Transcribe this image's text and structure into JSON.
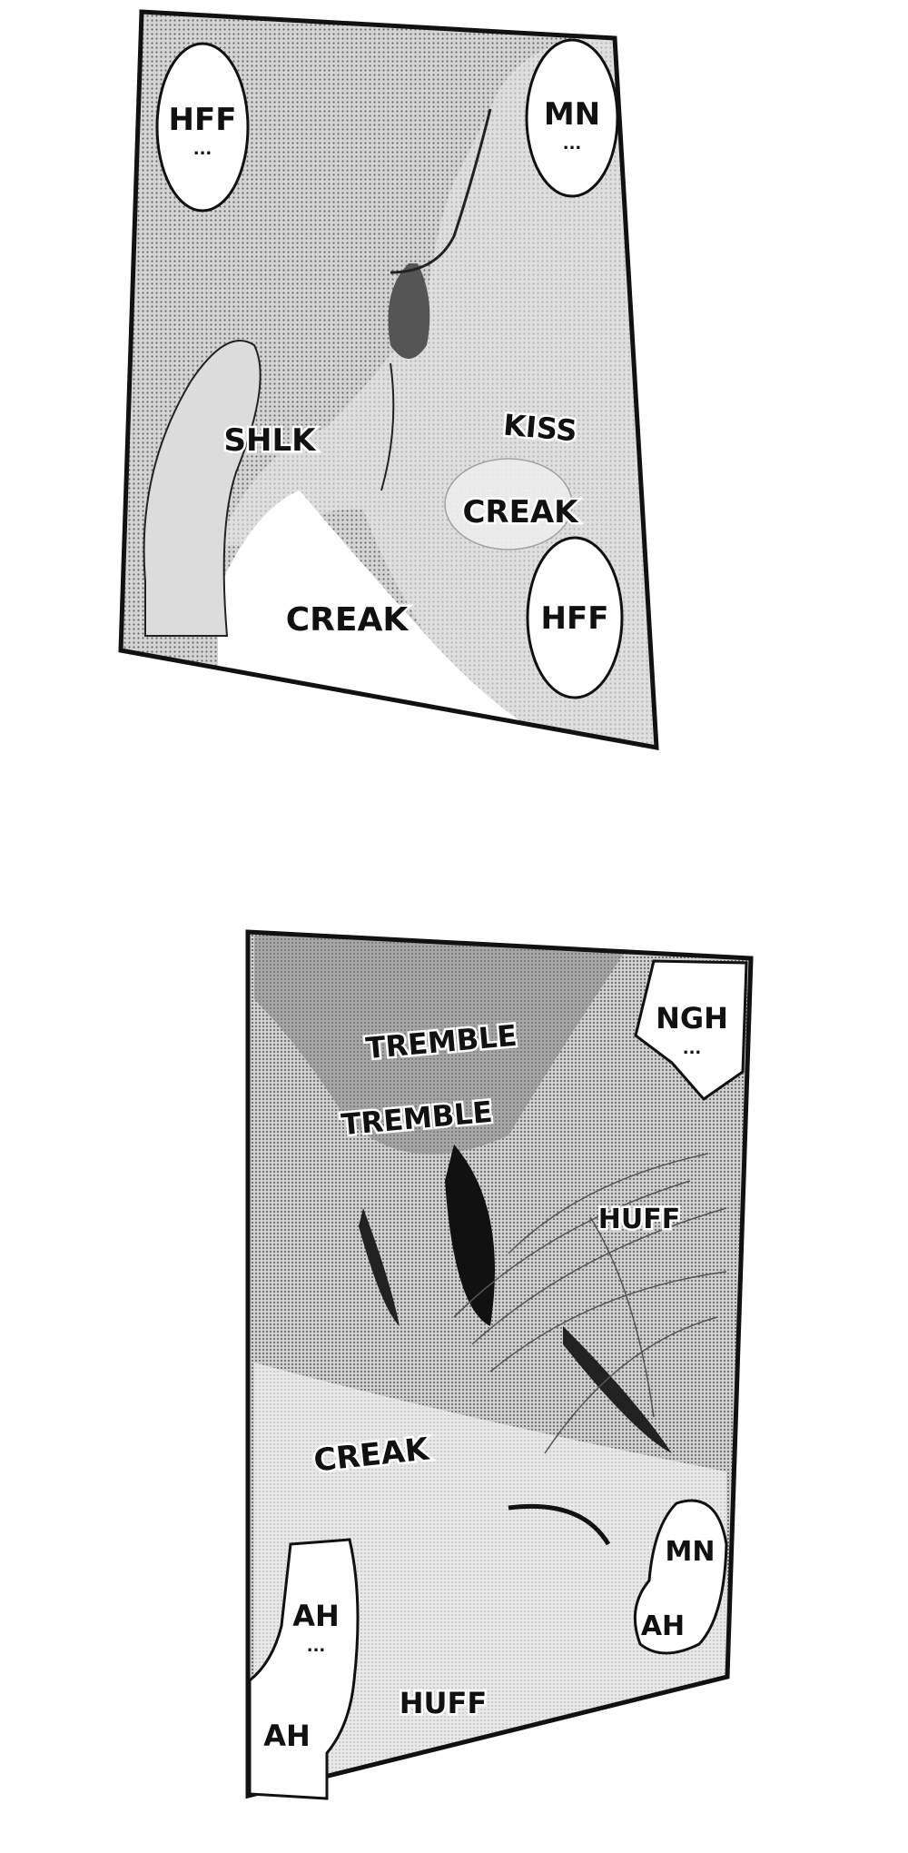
{
  "panel_1": {
    "bubbles": {
      "hff_top": "HFF",
      "mn_top": "MN",
      "hff_bottom": "HFF",
      "ellipsis": "..."
    },
    "sfx": {
      "shlk": "SHLK",
      "kiss": "KISS",
      "creak_bubble": "CREAK",
      "creak_bottom": "CREAK"
    }
  },
  "panel_2": {
    "bubbles": {
      "ngh": "NGH",
      "mn": "MN",
      "ah_right": "AH",
      "ah_left_top": "AH",
      "ah_left_bottom": "AH",
      "ellipsis": "..."
    },
    "sfx": {
      "tremble_1": "TREMBLE",
      "tremble_2": "TREMBLE",
      "huff_right": "HUFF",
      "creak": "CREAK",
      "huff_bottom": "HUFF"
    }
  }
}
